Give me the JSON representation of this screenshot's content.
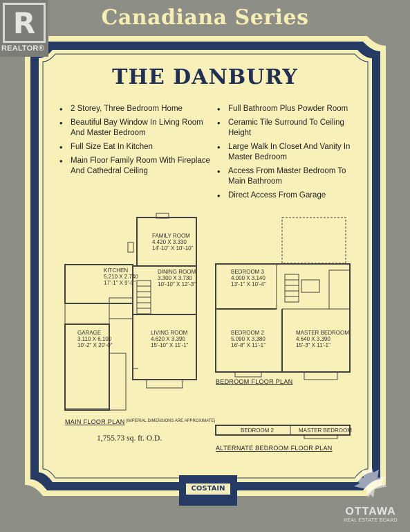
{
  "series_title": "Canadiana Series",
  "realtor_watermark": {
    "letter": "R",
    "label": "REALTOR®"
  },
  "title": "THE DANBURY",
  "features_left": [
    "2 Storey, Three Bedroom Home",
    "Beautiful Bay Window In Living Room And Master Bedroom",
    "Full Size Eat In Kitchen",
    "Main Floor Family Room With Fireplace And Cathedral Ceiling"
  ],
  "features_right": [
    "Full Bathroom Plus Powder Room",
    "Ceramic Tile Surround To Ceiling Height",
    "Large Walk In Closet And Vanity In Master Bedroom",
    "Access From Master Bedroom To Main Bathroom",
    "Direct Access From Garage"
  ],
  "main_floor_rooms": {
    "family_room": {
      "name": "FAMILY ROOM",
      "metric": "4.420 X 3.330",
      "imperial": "14'-10\" X 10'-10\""
    },
    "kitchen": {
      "name": "KITCHEN",
      "metric": "5.210 X 2.740",
      "imperial": "17'-1\" X 9'-0\""
    },
    "dining_room": {
      "name": "DINING ROOM",
      "metric": "3.300 X 3.730",
      "imperial": "10'-10\" X 12'-3\""
    },
    "garage": {
      "name": "GARAGE",
      "metric": "3.110 X 6.100",
      "imperial": "10'-2\" X 20'-0\""
    },
    "living_room": {
      "name": "LIVING ROOM",
      "metric": "4.620 X 3.390",
      "imperial": "15'-10\" X 11'-1\""
    }
  },
  "bedroom_floor_rooms": {
    "bedroom3": {
      "name": "BEDROOM 3",
      "metric": "4.000 X 3.140",
      "imperial": "13'-1\" X 10'-4\""
    },
    "bedroom2": {
      "name": "BEDROOM 2",
      "metric": "5.090 X 3.380",
      "imperial": "16'-8\" X 11'-1\""
    },
    "master": {
      "name": "MASTER BEDROOM",
      "metric": "4.640 X 3.390",
      "imperial": "15'-3\" X 11'-1\""
    }
  },
  "main_floor_caption": "MAIN FLOOR PLAN",
  "main_floor_note": "(IMPERIAL DIMENSIONS ARE APPROXIMATE)",
  "area": "1,755.73 sq. ft. O.D.",
  "bedroom_floor_caption": "BEDROOM FLOOR PLAN",
  "alternate_caption": "ALTERNATE BEDROOM FLOOR PLAN",
  "alternate_rooms": {
    "bedroom2": "BEDROOM 2",
    "master": "MASTER BEDROOM"
  },
  "logo": "COSTAIN",
  "ottawa": {
    "name": "OTTAWA",
    "board": "REAL ESTATE BOARD"
  },
  "colors": {
    "navy": "#263b64",
    "cream": "#f6efb4",
    "grey": "#8d8f86"
  }
}
